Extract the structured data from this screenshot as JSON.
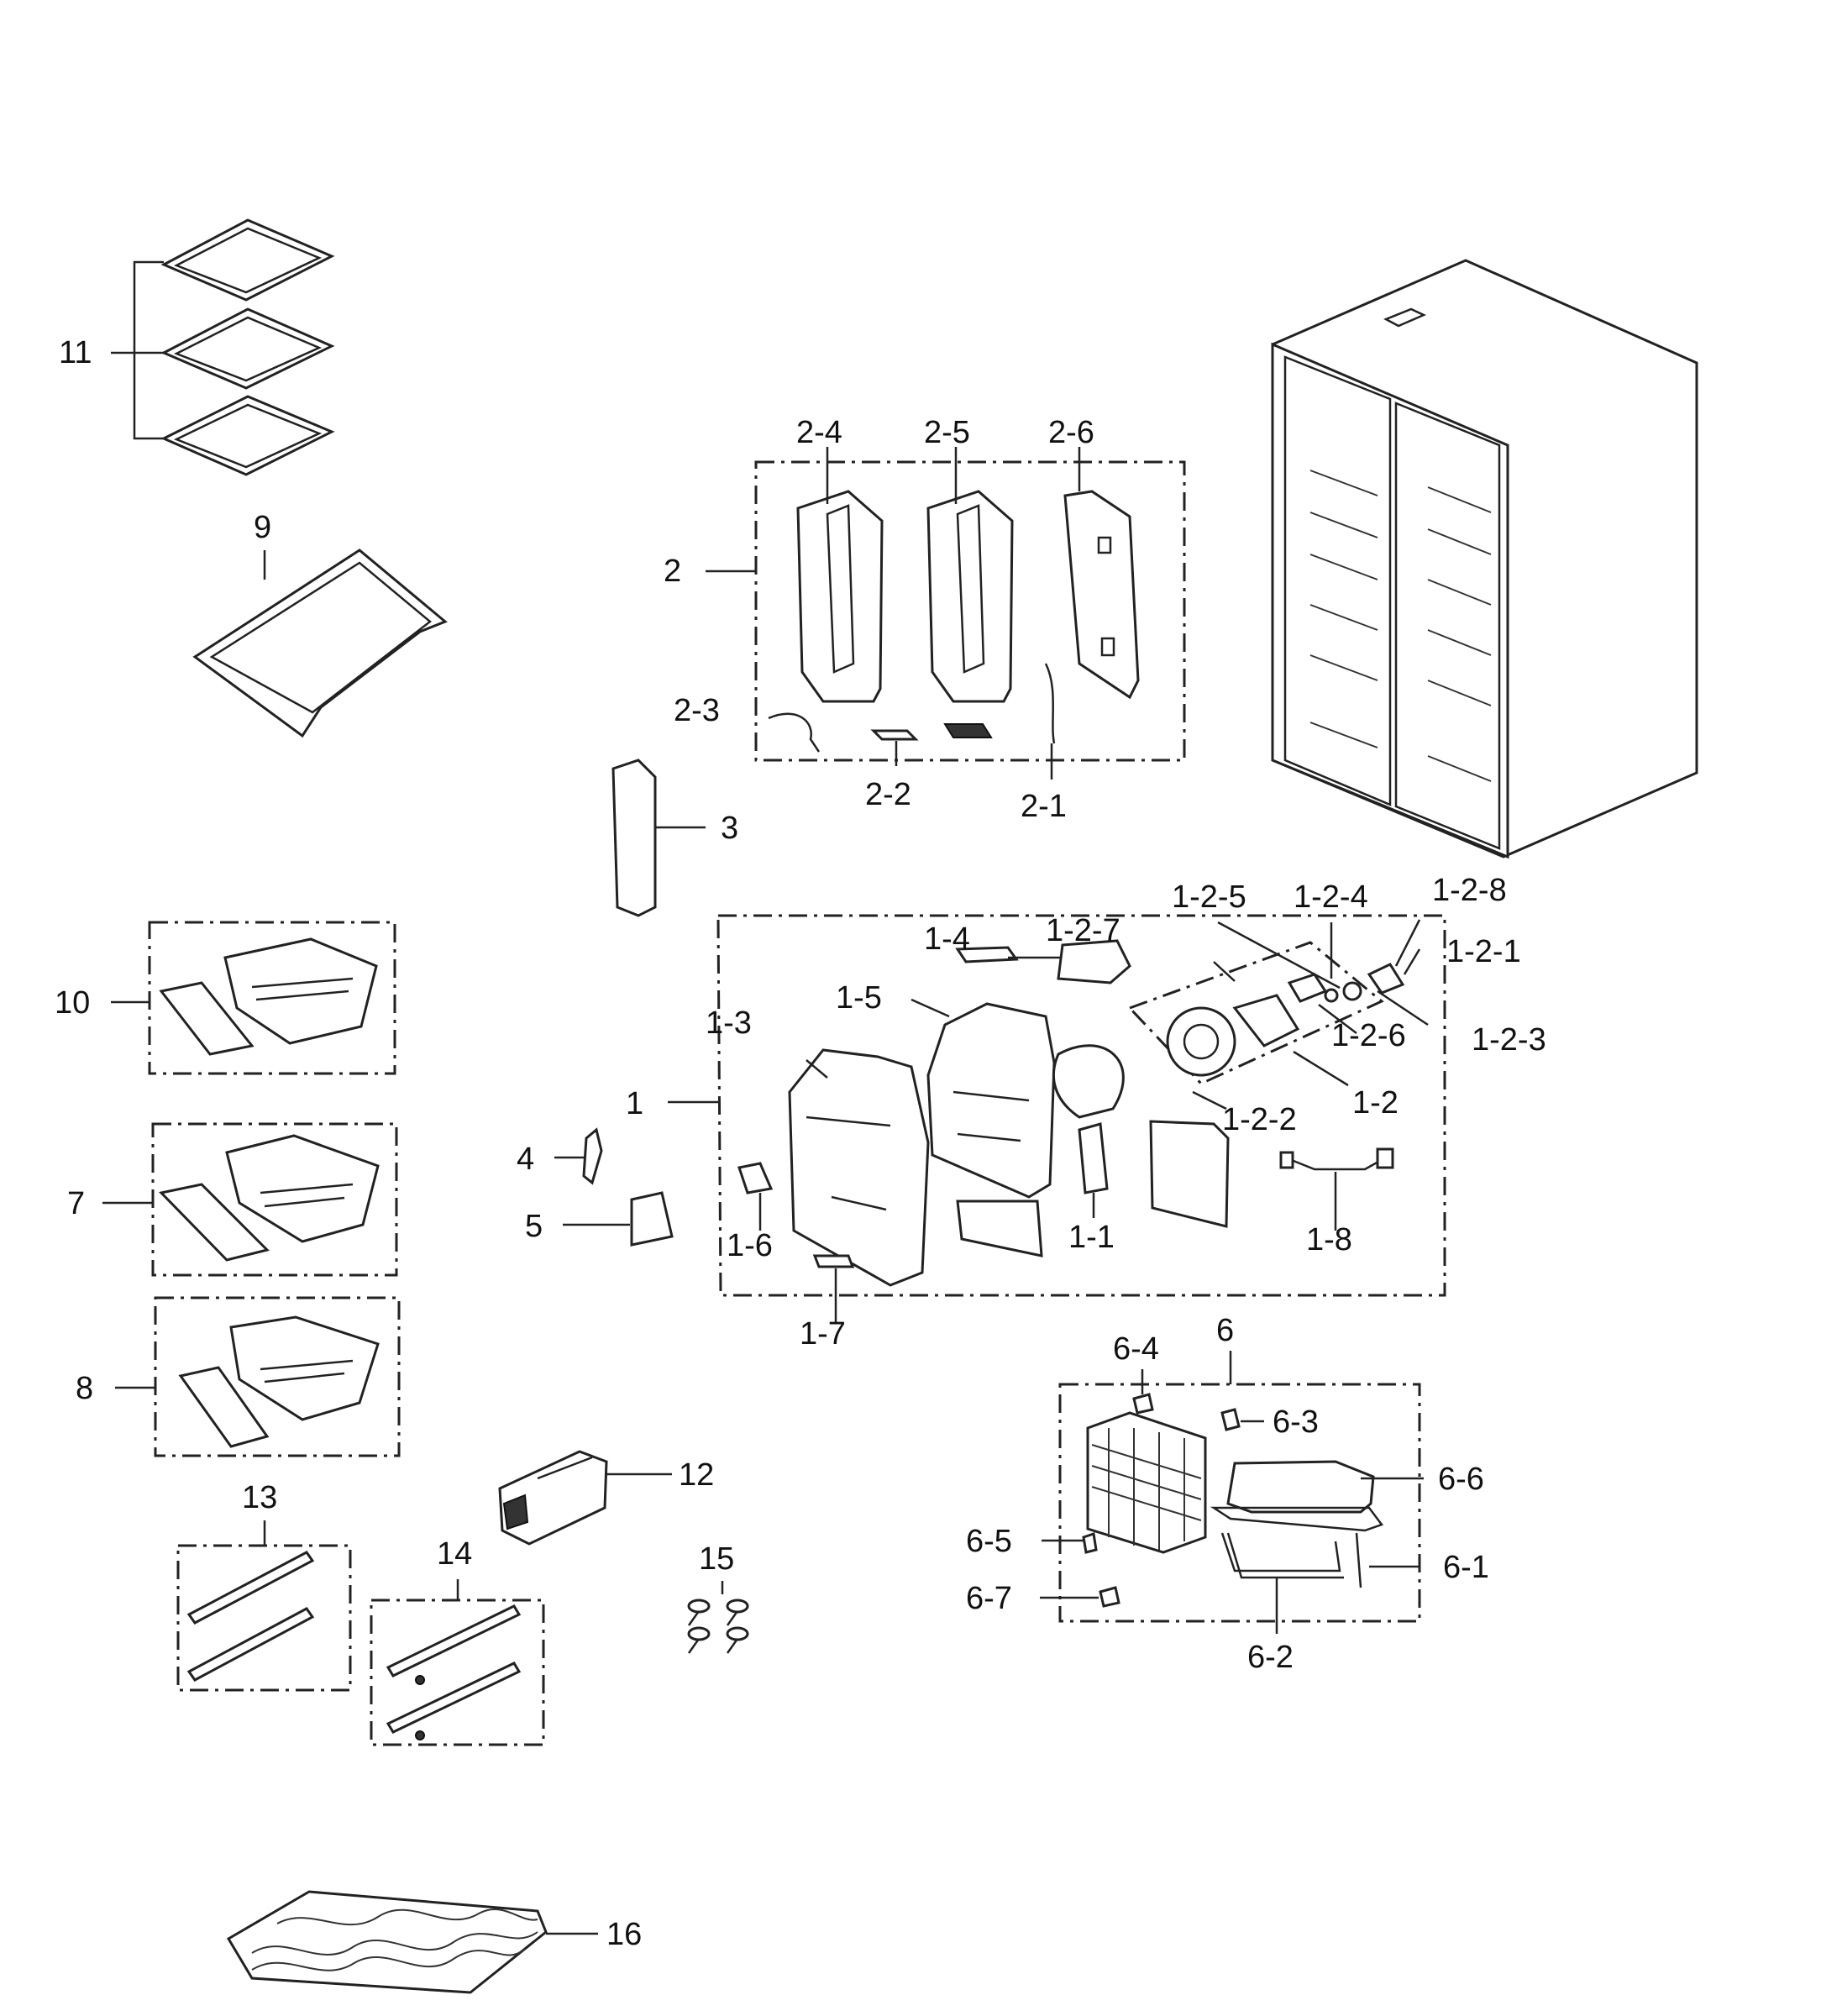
{
  "diagram": {
    "labels": {
      "p11": "11",
      "p9": "9",
      "p10": "10",
      "p7": "7",
      "p8": "8",
      "p13": "13",
      "p14": "14",
      "p12": "12",
      "p15": "15",
      "p16": "16",
      "p3": "3",
      "p4": "4",
      "p5": "5",
      "p2": "2",
      "p2_1": "2-1",
      "p2_2": "2-2",
      "p2_3": "2-3",
      "p2_4": "2-4",
      "p2_5": "2-5",
      "p2_6": "2-6",
      "p1": "1",
      "p1_1": "1-1",
      "p1_2": "1-2",
      "p1_3": "1-3",
      "p1_4": "1-4",
      "p1_5": "1-5",
      "p1_6": "1-6",
      "p1_7": "1-7",
      "p1_8": "1-8",
      "p1_2_1": "1-2-1",
      "p1_2_2": "1-2-2",
      "p1_2_3": "1-2-3",
      "p1_2_4": "1-2-4",
      "p1_2_5": "1-2-5",
      "p1_2_6": "1-2-6",
      "p1_2_7": "1-2-7",
      "p1_2_8": "1-2-8",
      "p6": "6",
      "p6_1": "6-1",
      "p6_2": "6-2",
      "p6_3": "6-3",
      "p6_4": "6-4",
      "p6_5": "6-5",
      "p6_6": "6-6",
      "p6_7": "6-7"
    }
  }
}
